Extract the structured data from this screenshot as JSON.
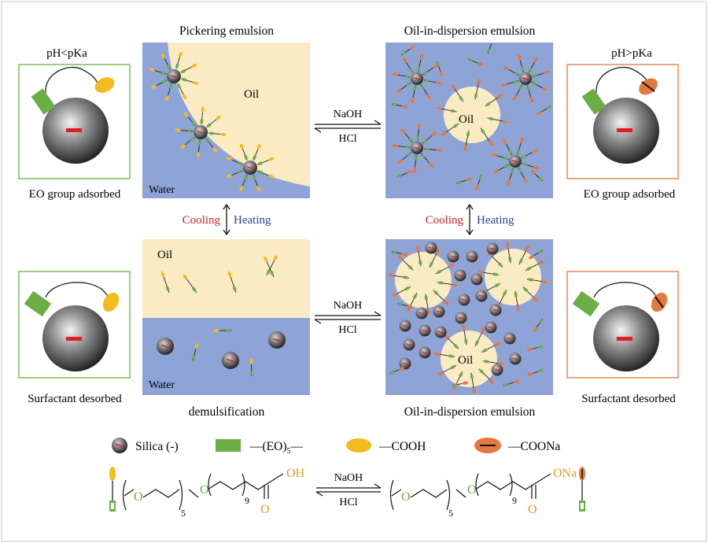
{
  "titles": {
    "pickering": "Pickering emulsion",
    "oid_top": "Oil-in-dispersion emulsion",
    "demuls": "demulsification",
    "oid_bottom": "Oil-in-dispersion emulsion"
  },
  "labels": {
    "oil": "Oil",
    "water": "Water",
    "naoh": "NaOH",
    "hcl": "HCl",
    "cooling": "Cooling",
    "heating": "Heating"
  },
  "side": {
    "ph_low": "pH<pKa",
    "ph_high": "pH>pKa",
    "eo_adsorbed": "EO group adsorbed",
    "surf_desorbed": "Surfactant desorbed"
  },
  "legend": {
    "silica": "Silica (-)",
    "eo": "—(EO)",
    "eo_sub": "5",
    "eo_tail": "—",
    "cooh": "—COOH",
    "coona": "—COONa"
  },
  "chem": {
    "oh": "OH",
    "ona": "ONa",
    "o": "O",
    "n5": "5",
    "n9": "9",
    "naoh": "NaOH",
    "hcl": "HCl"
  },
  "colors": {
    "water": "#8FA4D6",
    "oil": "#FAEBC3",
    "green_box": "#7DBE55",
    "orange_box": "#E38A56",
    "eo_green": "#6CAE46",
    "cooh_yellow": "#F2BC1C",
    "coona_orange": "#E4783E",
    "cooling_red": "#D0222A",
    "heating_blue": "#2A3F8F"
  }
}
